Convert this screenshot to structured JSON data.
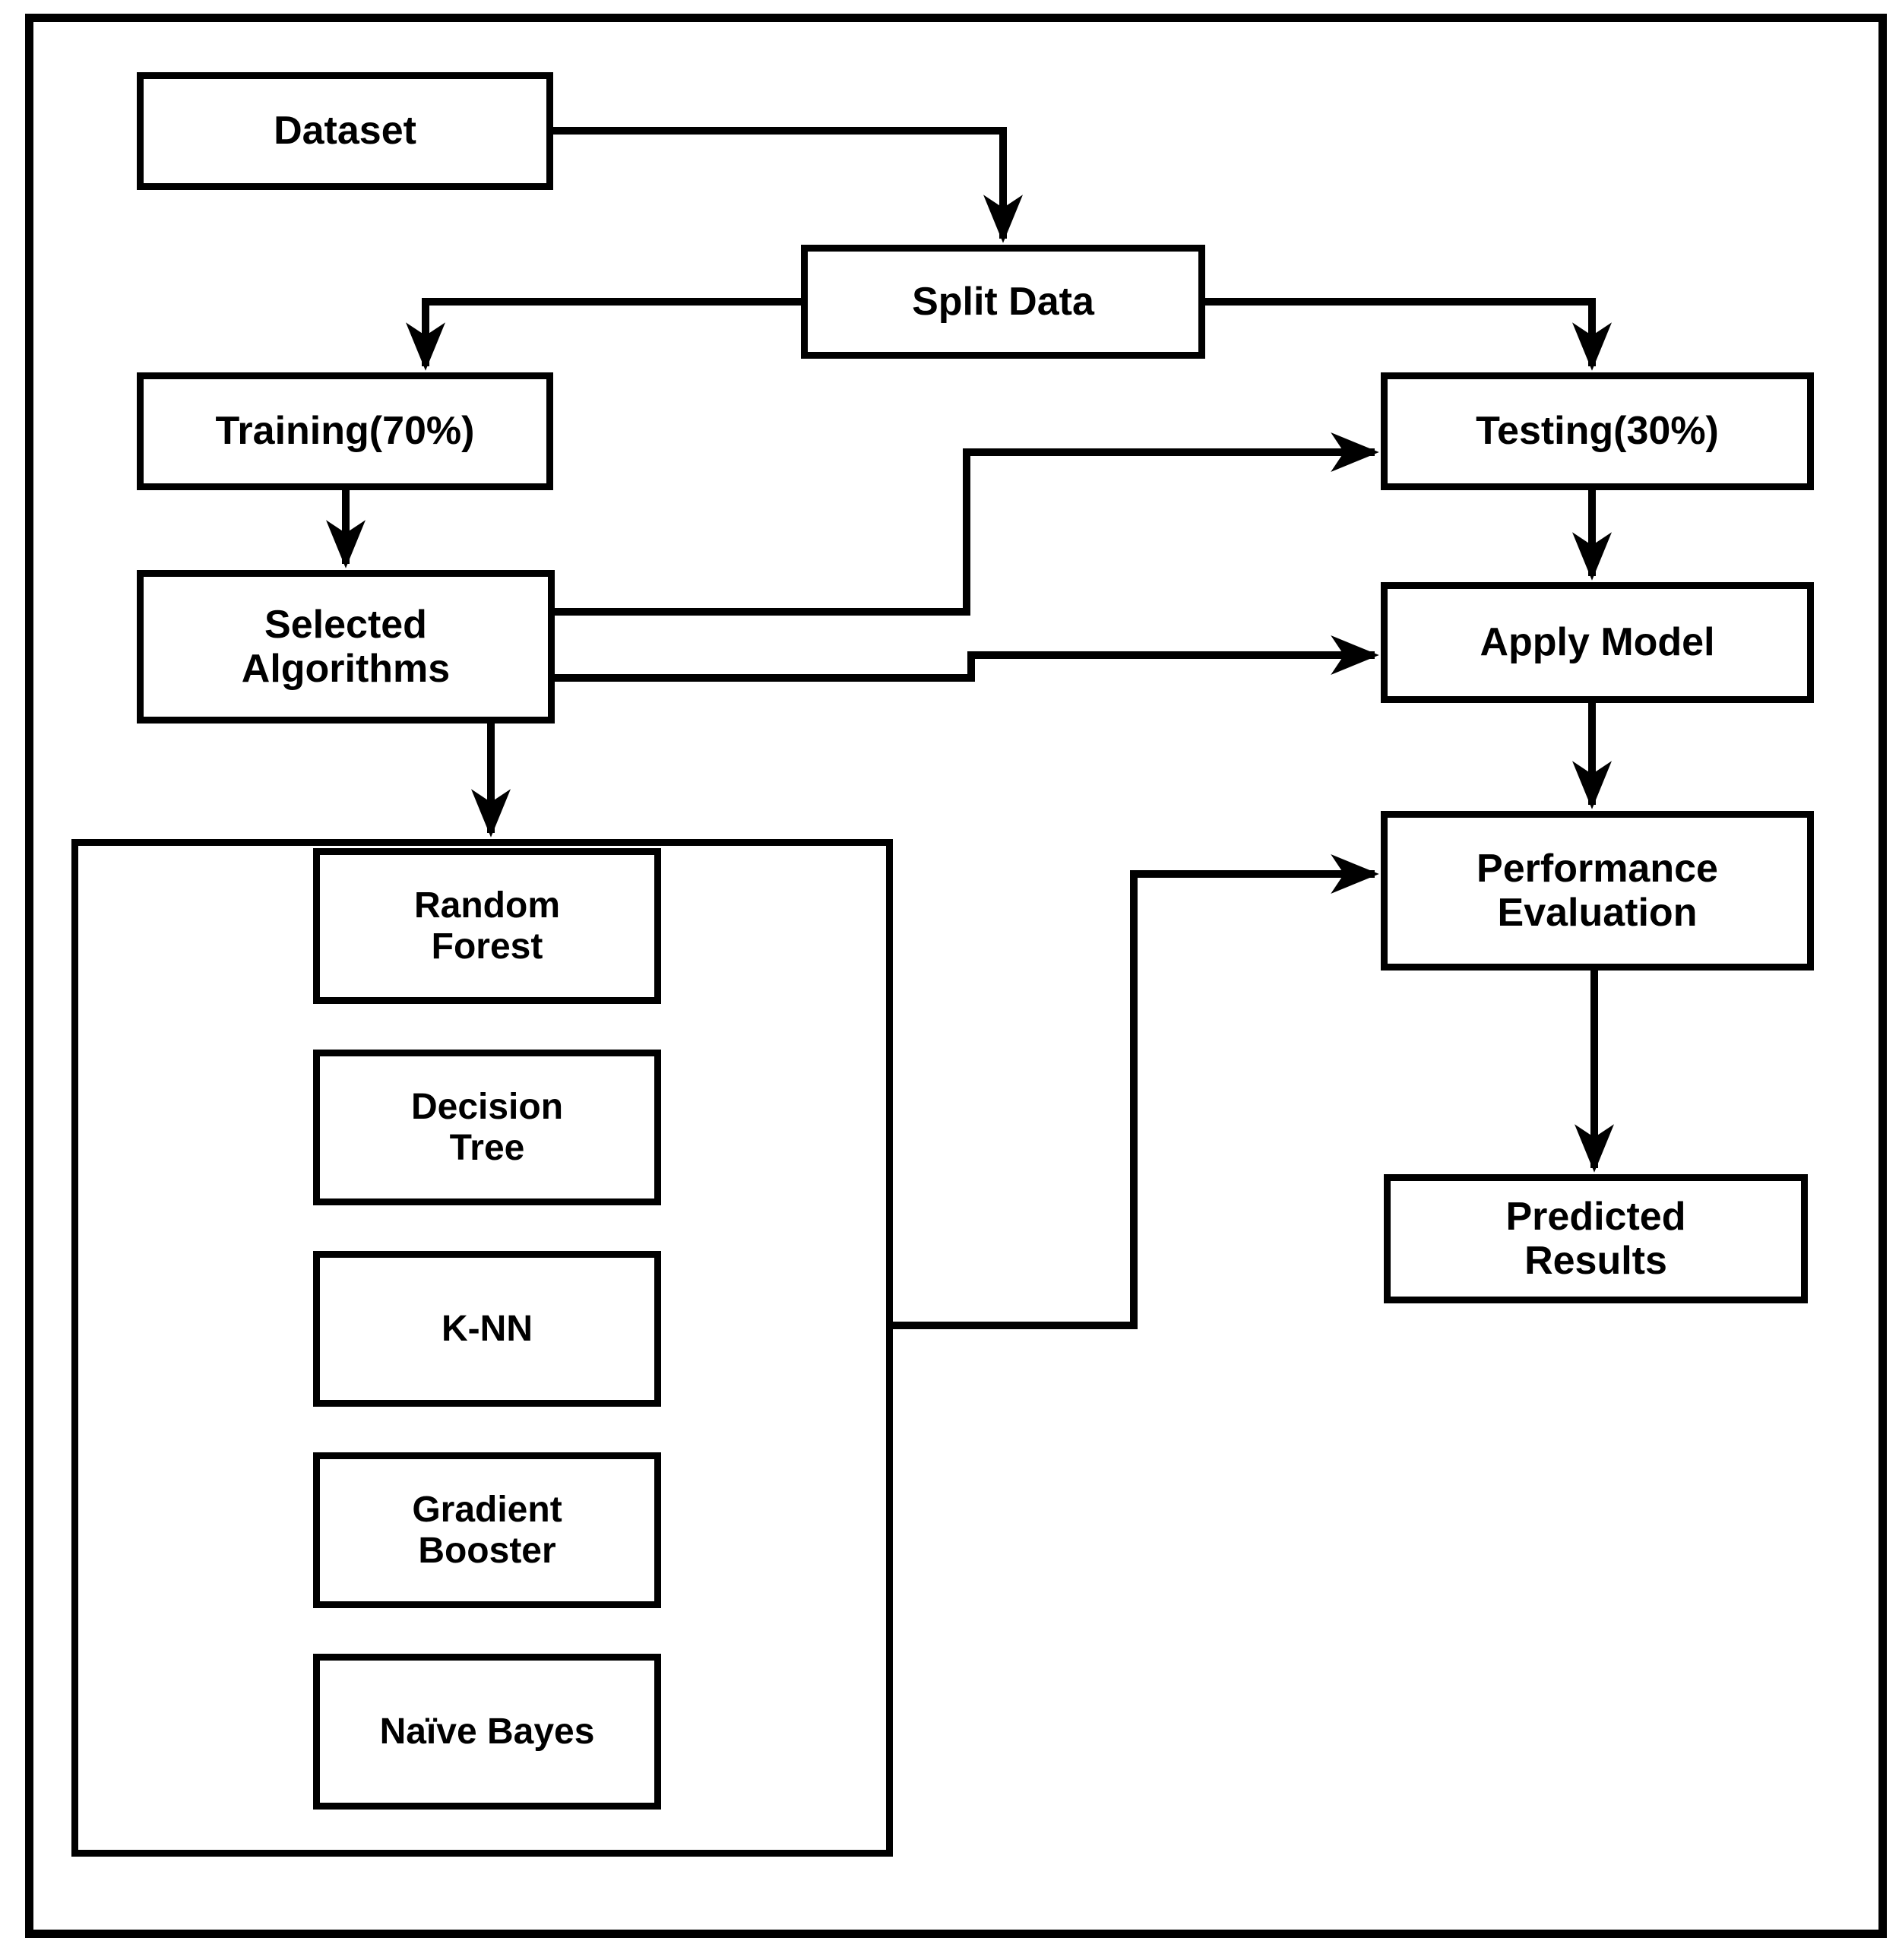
{
  "diagram": {
    "colors": {
      "line": "#000000",
      "box_fill": "#ffffff",
      "background": "#ffffff"
    },
    "nodes": {
      "dataset": {
        "label": "Dataset"
      },
      "split_data": {
        "label": "Split Data"
      },
      "training": {
        "label": "Training(70%)"
      },
      "testing": {
        "label": "Testing(30%)"
      },
      "selected_algorithms": {
        "label": "Selected\nAlgorithms"
      },
      "apply_model": {
        "label": "Apply Model"
      },
      "performance_evaluation": {
        "label": "Performance\nEvaluation"
      },
      "predicted_results": {
        "label": "Predicted\nResults"
      },
      "algorithms": [
        {
          "label": "Random\nForest"
        },
        {
          "label": "Decision\nTree"
        },
        {
          "label": "K-NN"
        },
        {
          "label": "Gradient\nBooster"
        },
        {
          "label": "Naïve Bayes"
        }
      ]
    },
    "edges": [
      {
        "from": "Dataset",
        "to": "Split Data"
      },
      {
        "from": "Split Data",
        "to": "Training(70%)"
      },
      {
        "from": "Split Data",
        "to": "Testing(30%)"
      },
      {
        "from": "Training(70%)",
        "to": "Selected Algorithms"
      },
      {
        "from": "Selected Algorithms",
        "to": "Testing(30%)"
      },
      {
        "from": "Selected Algorithms",
        "to": "Apply Model"
      },
      {
        "from": "Selected Algorithms",
        "to": "Algorithms group"
      },
      {
        "from": "Testing(30%)",
        "to": "Apply Model"
      },
      {
        "from": "Apply Model",
        "to": "Performance Evaluation"
      },
      {
        "from": "Algorithms group",
        "to": "Performance Evaluation"
      },
      {
        "from": "Performance Evaluation",
        "to": "Predicted Results"
      }
    ]
  }
}
